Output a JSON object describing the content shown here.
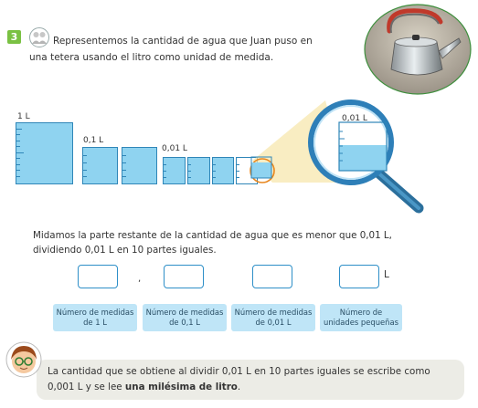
{
  "exercise_number": "3",
  "intro_line1": "Representemos la cantidad de agua que Juan puso en",
  "intro_line2": "una tetera usando el litro como unidad de medida.",
  "containers": {
    "label_1L": "1 L",
    "label_01L": "0,1 L",
    "label_001L": "0,01 L",
    "label_magnified": "0,01 L"
  },
  "instruction_line1": "Midamos la parte restante de la cantidad de agua que es menor que 0,01 L,",
  "instruction_line2": "dividiendo 0,01 L en 10 partes iguales.",
  "answer_boxes": {
    "comma": ",",
    "unit": "L",
    "labels": [
      "Número de medidas de 1 L",
      "Número de medidas de 0,1 L",
      "Número de medidas de 0,01 L",
      "Número de unidades pequeñas"
    ]
  },
  "note": {
    "text_before": "La cantidad que se obtiene al dividir 0,01 L en 10 partes iguales se escribe como 0,001 L y se lee ",
    "text_bold": "una milésima de litro",
    "text_after": "."
  },
  "colors": {
    "badge": "#7ac143",
    "water": "#8fd3f0",
    "outline": "#2f86b8",
    "tag": "#bfe5f7",
    "note_bg": "#ecece6"
  }
}
